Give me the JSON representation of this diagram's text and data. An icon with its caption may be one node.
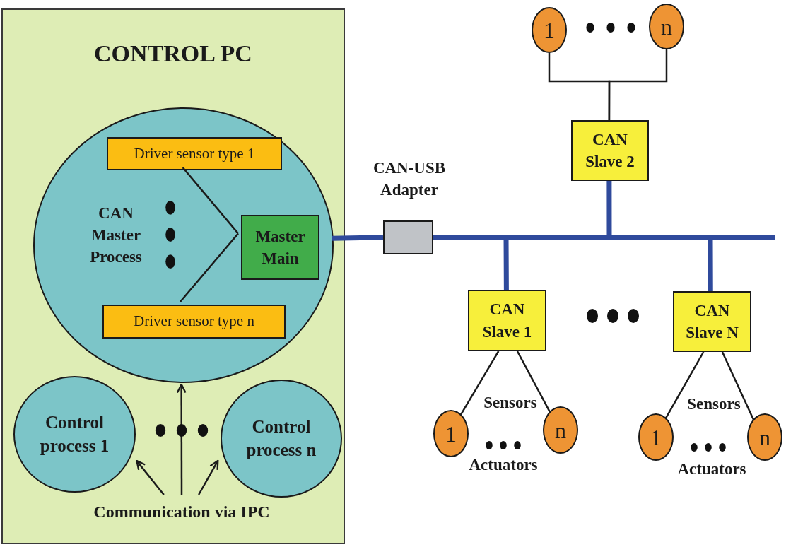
{
  "diagram": {
    "nodes": [
      {
        "text": [
          "CONTROL PC"
        ]
      },
      {
        "text": [
          "CAN Master Process"
        ],
        "in": 0
      },
      {
        "text": [
          "Driver sensor type 1"
        ],
        "in": 1
      },
      {
        "text": [
          "Master Main"
        ],
        "in": 1
      },
      {
        "text": [
          "Driver sensor type n"
        ],
        "in": 1
      },
      {
        "text": [
          "Control process 1"
        ],
        "in": 0
      },
      {
        "text": [
          "Control process n"
        ],
        "in": 0
      },
      {
        "text": [
          "Communication via IPC"
        ],
        "in": 0
      },
      {
        "text": [
          "CAN-USB Adapter"
        ]
      },
      {
        "text": [
          "CAN Slave 2"
        ]
      },
      {
        "text": [
          "CAN Slave 1"
        ]
      },
      {
        "text": [
          "CAN Slave N"
        ]
      },
      {
        "text": [
          "1"
        ]
      },
      {
        "text": [
          "n"
        ]
      },
      {
        "text": [
          "1"
        ]
      },
      {
        "text": [
          "n"
        ]
      },
      {
        "text": [
          "1"
        ]
      },
      {
        "text": [
          "n"
        ]
      }
    ],
    "edges": [
      {
        "from": 2,
        "to": 3,
        "arrow": "none"
      },
      {
        "from": 4,
        "to": 3,
        "arrow": "none"
      },
      {
        "from": 7,
        "to": 5,
        "arrow": "to"
      },
      {
        "from": 7,
        "to": 1,
        "arrow": "to"
      },
      {
        "from": 7,
        "to": 6,
        "arrow": "to"
      },
      {
        "from": 1,
        "to": 8,
        "arrow": "none",
        "style": "thick",
        "color": "#2f4a9c"
      },
      {
        "from": 8,
        "to": 9,
        "arrow": "none",
        "style": "thick",
        "color": "#2f4a9c"
      },
      {
        "from": 8,
        "to": 10,
        "arrow": "none",
        "style": "thick",
        "color": "#2f4a9c"
      },
      {
        "from": 8,
        "to": 11,
        "arrow": "none",
        "style": "thick",
        "color": "#2f4a9c"
      },
      {
        "from": 12,
        "to": 9,
        "arrow": "none"
      },
      {
        "from": 13,
        "to": 9,
        "arrow": "none"
      },
      {
        "from": 10,
        "to": 14,
        "arrow": "none"
      },
      {
        "from": 10,
        "to": 15,
        "arrow": "none"
      },
      {
        "from": 11,
        "to": 16,
        "arrow": "none"
      },
      {
        "from": 11,
        "to": 17,
        "arrow": "none"
      }
    ],
    "labels": [
      "Sensors",
      "Actuators",
      "Sensors",
      "Actuators"
    ]
  }
}
